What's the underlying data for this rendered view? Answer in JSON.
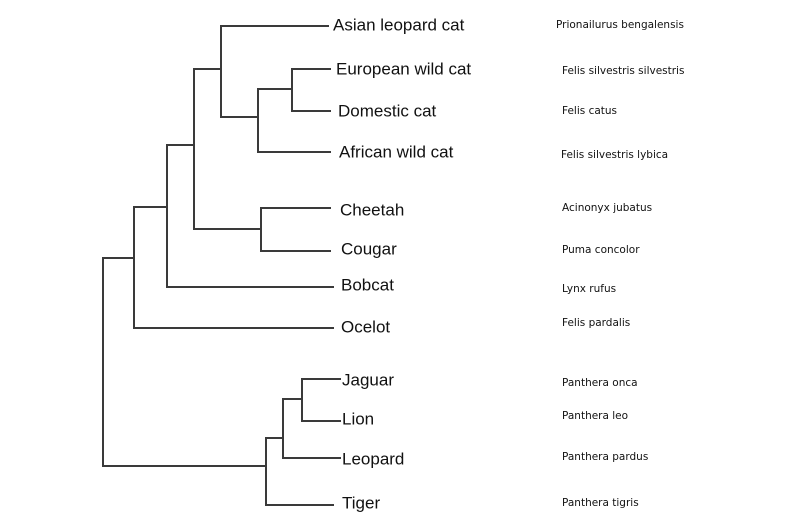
{
  "taxa": [
    {
      "common": "Asian leopard cat",
      "scientific": "Prionailurus bengalensis"
    },
    {
      "common": "European wild cat",
      "scientific": "Felis silvestris silvestris"
    },
    {
      "common": "Domestic cat",
      "scientific": "Felis catus"
    },
    {
      "common": "African wild cat",
      "scientific": "Felis silvestris lybica"
    },
    {
      "common": "Cheetah",
      "scientific": "Acinonyx jubatus"
    },
    {
      "common": "Cougar",
      "scientific": "Puma concolor"
    },
    {
      "common": "Bobcat",
      "scientific": "Lynx rufus"
    },
    {
      "common": "Ocelot",
      "scientific": "Felis pardalis"
    },
    {
      "common": "Jaguar",
      "scientific": "Panthera onca"
    },
    {
      "common": "Lion",
      "scientific": "Panthera leo"
    },
    {
      "common": "Leopard",
      "scientific": "Panthera pardus"
    },
    {
      "common": "Tiger",
      "scientific": "Panthera tigris"
    }
  ]
}
